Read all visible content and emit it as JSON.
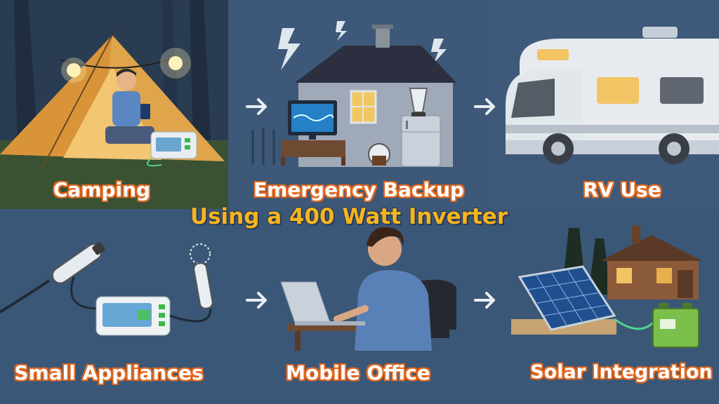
{
  "title": "Using a 400 Watt Inverter",
  "panels": [
    {
      "label": "Camping",
      "icon": "tent-camping-icon"
    },
    {
      "label": "Emergency Backup",
      "icon": "house-power-icon"
    },
    {
      "label": "RV Use",
      "icon": "rv-motorhome-icon"
    },
    {
      "label": "Small Appliances",
      "icon": "appliances-icon"
    },
    {
      "label": "Mobile Office",
      "icon": "laptop-worker-icon"
    },
    {
      "label": "Solar Integration",
      "icon": "solar-panel-icon"
    }
  ],
  "colors": {
    "background": "#3a5676",
    "title": "#f5b51f",
    "label_outline": "#e0671f",
    "arrow": "#e8eef5"
  }
}
